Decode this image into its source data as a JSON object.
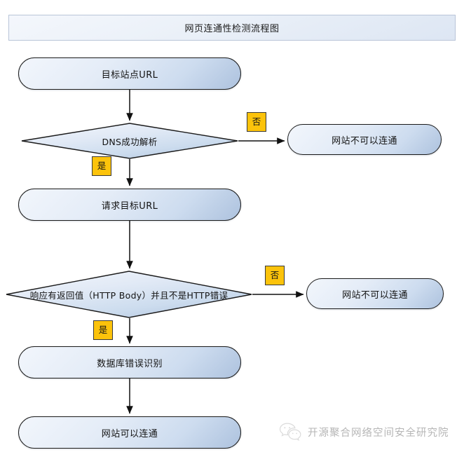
{
  "title": {
    "text": "网页连通性检测流程图"
  },
  "colors": {
    "node_border": "#1b1b1b",
    "node_fill_light": "#f2f6fc",
    "node_fill_dark": "#adc2de",
    "tag_yellow": "#fcc30b",
    "title_border": "#b9c5d8",
    "line": "#111111",
    "watermark_text": "#9a9a9a"
  },
  "nodes": {
    "start": {
      "label": "目标站点URL",
      "shape": "rounded-rect"
    },
    "request": {
      "label": "请求目标URL",
      "shape": "rounded-rect"
    },
    "db_error": {
      "label": "数据库错误识别",
      "shape": "rounded-rect"
    },
    "success": {
      "label": "网站可以连通",
      "shape": "rounded-rect"
    },
    "fail_dns": {
      "label": "网站不可以连通",
      "shape": "rounded-rect"
    },
    "fail_http": {
      "label": "网站不可以连通",
      "shape": "rounded-rect"
    }
  },
  "decisions": {
    "dns": {
      "label": "DNS成功解析",
      "shape": "diamond"
    },
    "http": {
      "label": "响应有返回值（HTTP Body）并且不是HTTP错误",
      "shape": "diamond"
    }
  },
  "edge_tags": {
    "dns_no": "否",
    "dns_yes": "是",
    "http_no": "否",
    "http_yes": "是"
  },
  "watermark": {
    "icon": "wechat-icon",
    "text": "开源聚合网络空间安全研究院"
  }
}
